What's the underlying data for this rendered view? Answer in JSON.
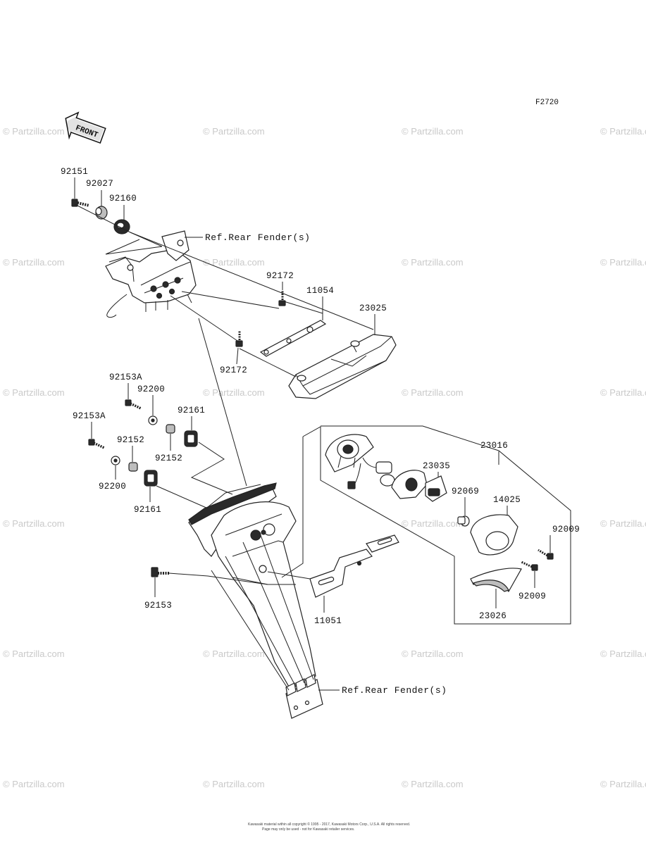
{
  "diagram_code": "F2720",
  "front_label": "FRONT",
  "watermark_text": "© Partzilla.com",
  "ref_upper": "Ref.Rear Fender(s)",
  "ref_lower": "Ref.Rear Fender(s)",
  "parts": {
    "p92151": "92151",
    "p92027": "92027",
    "p92160": "92160",
    "p92172_top": "92172",
    "p11054": "11054",
    "p23025": "23025",
    "p92172_bottom": "92172",
    "p92153A_top": "92153A",
    "p92200_top": "92200",
    "p92161_top": "92161",
    "p92153A_left": "92153A",
    "p92152_left": "92152",
    "p92152_right": "92152",
    "p92200_bottom": "92200",
    "p92161_bottom": "92161",
    "p92153": "92153",
    "p11051": "11051",
    "p23016": "23016",
    "p23035": "23035",
    "p92069": "92069",
    "p14025": "14025",
    "p92009_top": "92009",
    "p92009_bottom": "92009",
    "p23026": "23026"
  },
  "footer_line1": "Kawasaki material within all copyright © 1995 - 2017, Kawasaki Motors Corp., U.S.A. All rights reserved.",
  "footer_line2": "Page may only be used - not for Kawasaki retailer services.",
  "colors": {
    "line": "#222222",
    "watermark": "#c9c9c9",
    "background": "#ffffff"
  }
}
